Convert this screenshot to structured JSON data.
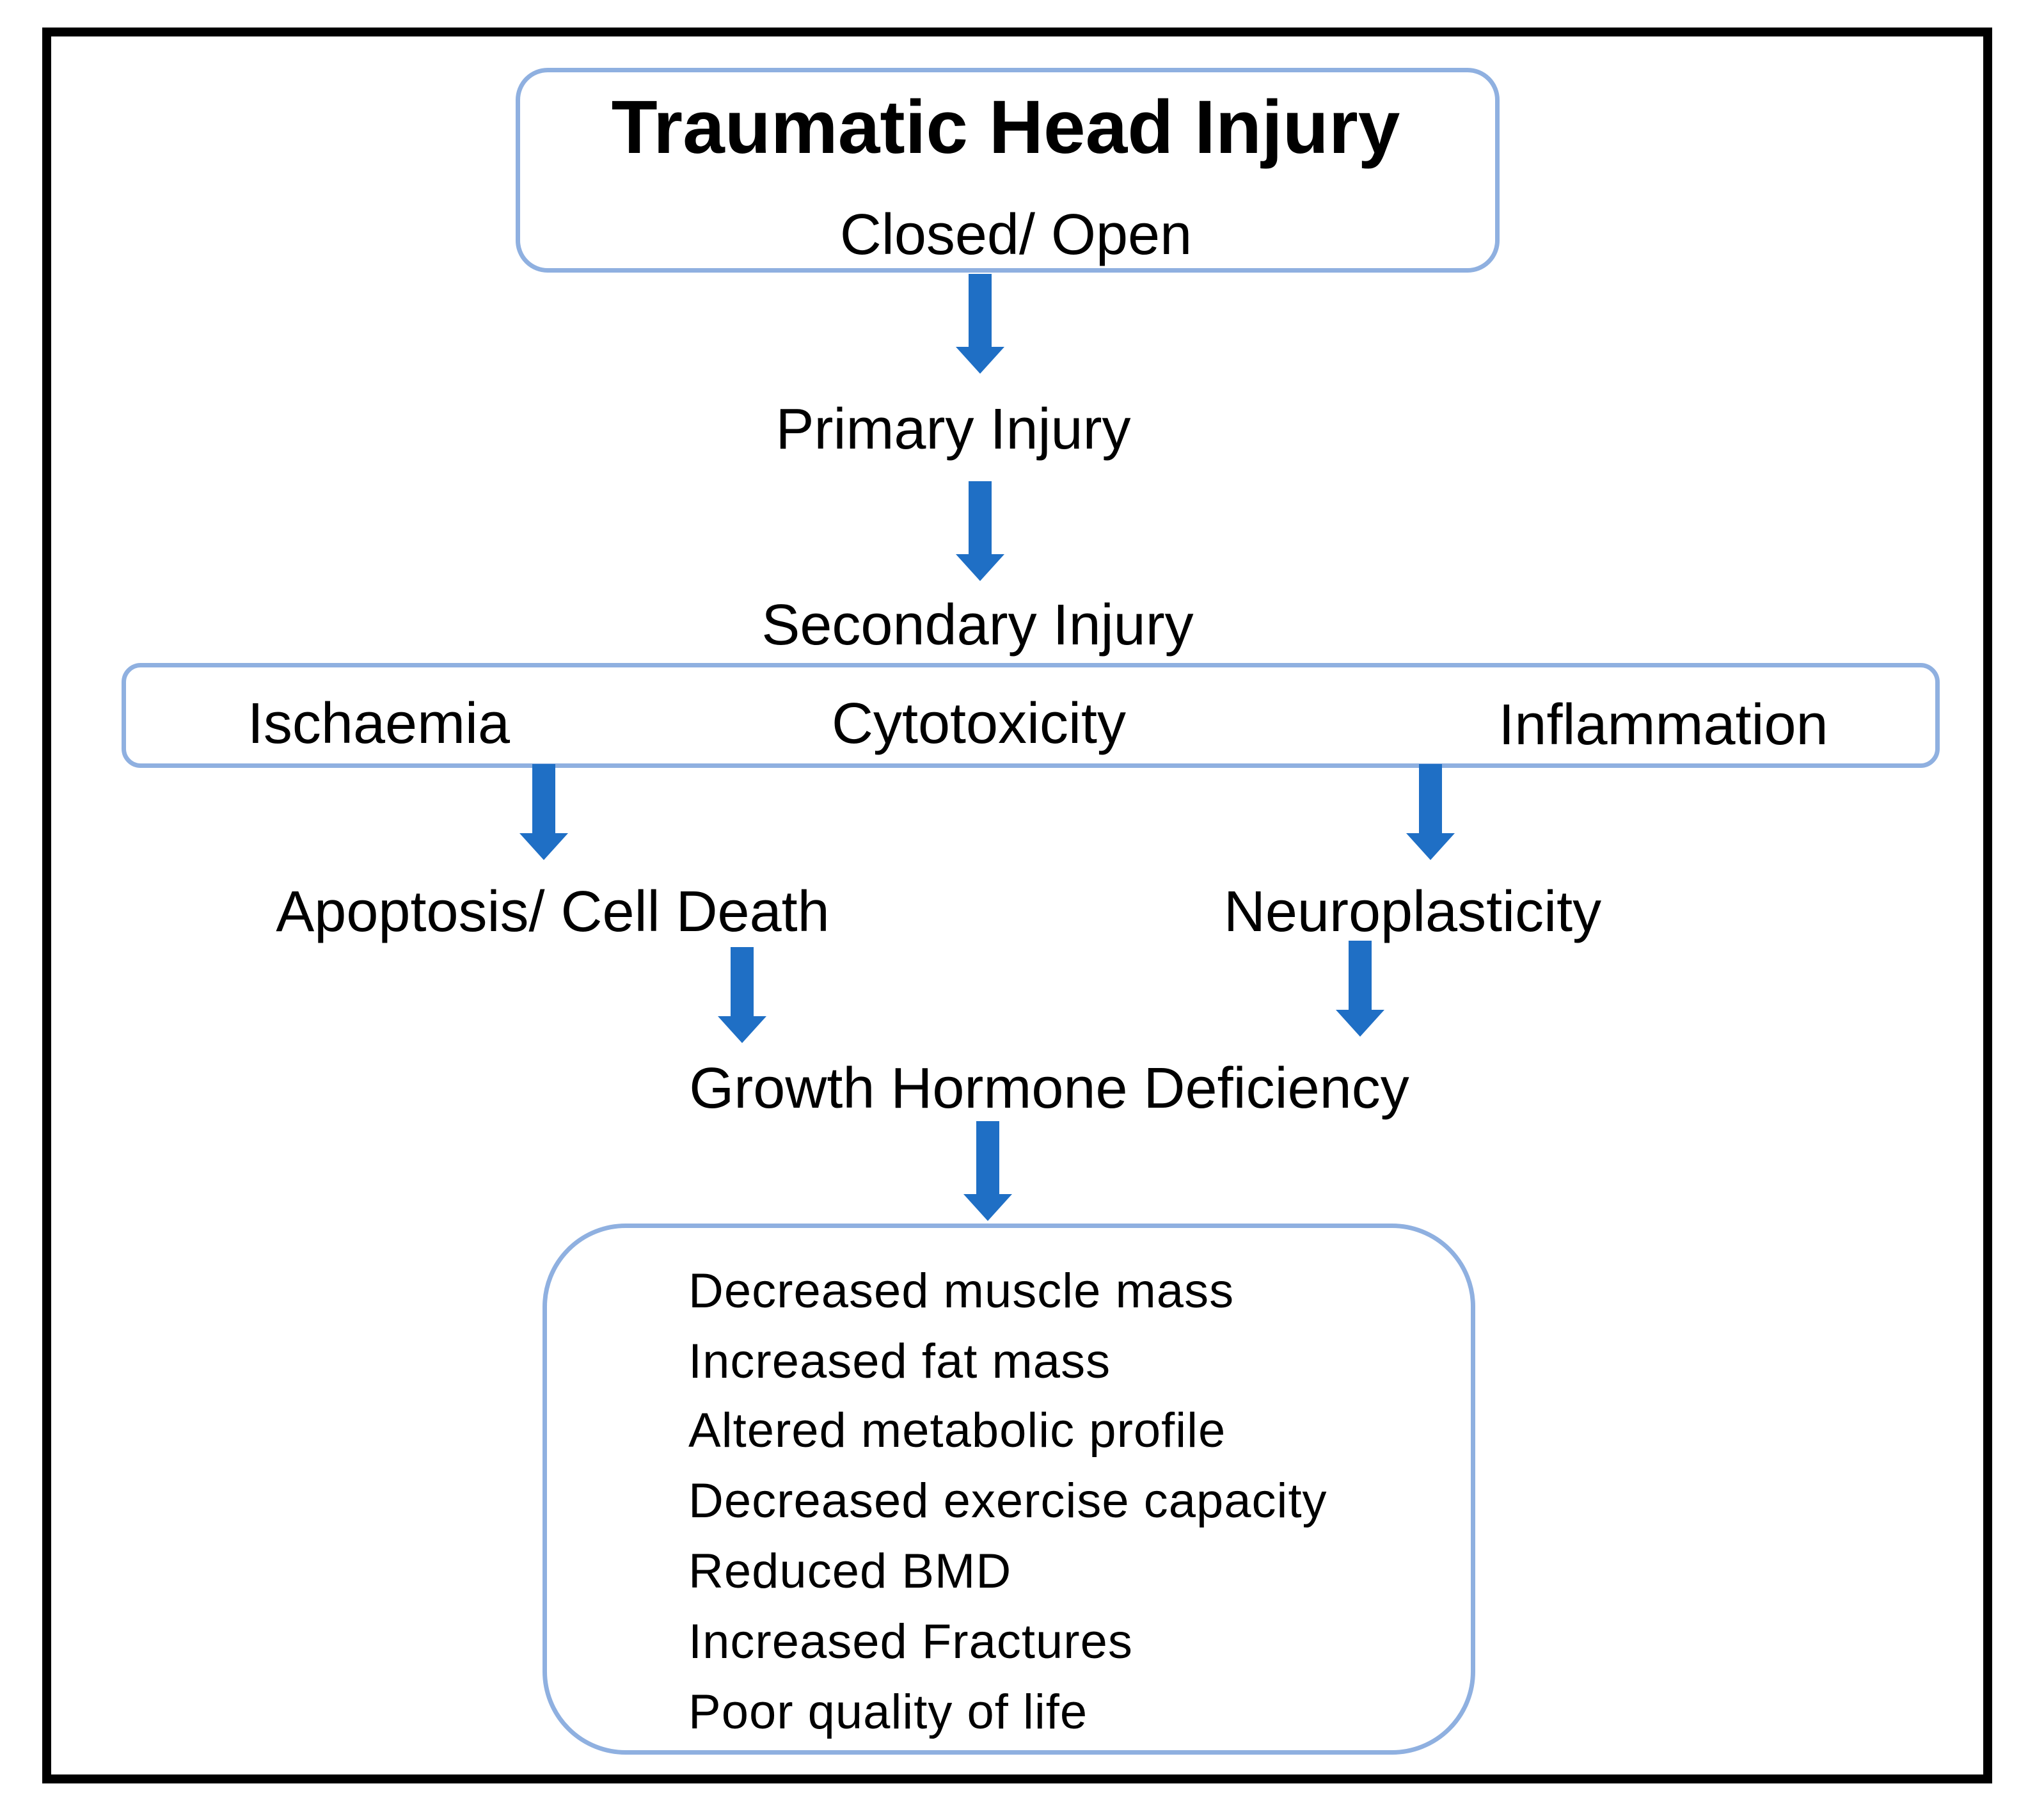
{
  "top_box": {
    "title": "Traumatic Head Injury",
    "subtitle": "Closed/ Open"
  },
  "primary": "Primary Injury",
  "secondary": "Secondary Injury",
  "mechanisms": [
    "Ischaemia",
    "Cytotoxicity",
    "Inflammation"
  ],
  "apoptosis": "Apoptosis/ Cell Death",
  "neuroplasticity": "Neuroplasticity",
  "ghd": "Growth Hormone Deficiency",
  "outcomes": [
    "Decreased muscle mass",
    "Increased fat mass",
    "Altered metabolic profile",
    "Decreased exercise capacity",
    "Reduced BMD",
    "Increased Fractures",
    "Poor quality of life"
  ],
  "colors": {
    "box_border": "#8fb0e0",
    "arrow": "#1f6fc5",
    "frame": "#000000"
  }
}
